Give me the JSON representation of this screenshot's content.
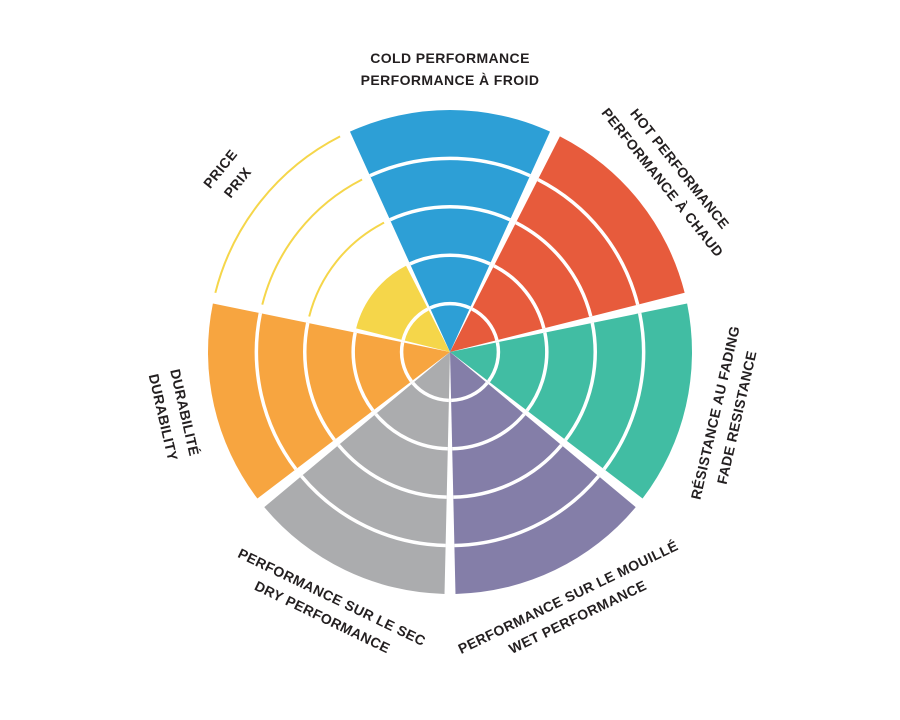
{
  "page": {
    "background": "#ffffff",
    "label_color": "#231f20"
  },
  "chart_data": {
    "type": "pie",
    "variant": "radial-sector-rating-wheel",
    "rings": 5,
    "max_rating": 5,
    "grid": "white ring separators inside filled sectors; colored ring outlines on unfilled portions",
    "legend_position": "bilingual labels around wheel, rotated tangentially, english line outermost",
    "sectors": [
      {
        "id": "cold-performance",
        "label_en": "COLD PERFORMANCE",
        "label_fr": "PERFORMANCE À FROID",
        "color": "#2d9fd6",
        "rating": 5
      },
      {
        "id": "hot-performance",
        "label_en": "HOT PERFORMANCE",
        "label_fr": "PERFORMANCE À CHAUD",
        "color": "#e75b3c",
        "rating": 5
      },
      {
        "id": "fade-resistance",
        "label_en": "FADE RESISTANCE",
        "label_fr": "RÉSISTANCE AU FADING",
        "color": "#41bda3",
        "rating": 5
      },
      {
        "id": "wet-performance",
        "label_en": "WET PERFORMANCE",
        "label_fr": "PERFORMANCE SUR LE MOUILLÉ",
        "color": "#847ea8",
        "rating": 5
      },
      {
        "id": "dry-performance",
        "label_en": "DRY PERFORMANCE",
        "label_fr": "PERFORMANCE SUR LE SEC",
        "color": "#abacae",
        "rating": 5
      },
      {
        "id": "durability",
        "label_en": "DURABILITY",
        "label_fr": "DURABILITÉ",
        "color": "#f7a540",
        "rating": 5
      },
      {
        "id": "price",
        "label_en": "PRICE",
        "label_fr": "PRIX",
        "color": "#f5d64a",
        "rating": 2
      }
    ]
  }
}
